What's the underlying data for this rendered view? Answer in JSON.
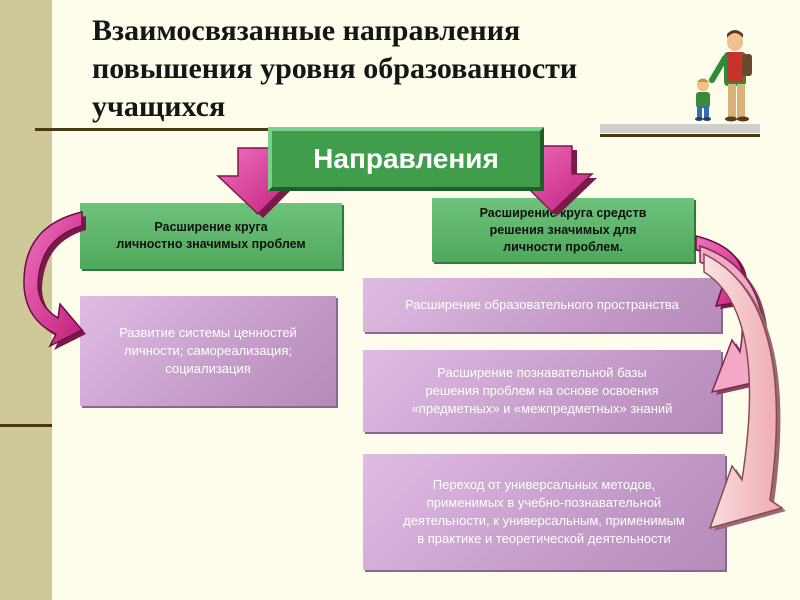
{
  "title": {
    "line1": "Взаимосвязанные направления",
    "line2": "повышения уровня образованности",
    "line3": "учащихся"
  },
  "header_box": "Направления",
  "left_branch": {
    "heading_line1": "Расширение круга",
    "heading_line2": "личностно значимых проблем",
    "item_line1": "Развитие системы ценностей",
    "item_line2": "личности; самореализация;",
    "item_line3": "социализация"
  },
  "right_branch": {
    "heading_line1": "Расширение круга средств",
    "heading_line2": "решения значимых для",
    "heading_line3": "личности проблем.",
    "item1": "Расширение образовательного пространства",
    "item2_line1": "Расширение познавательной базы",
    "item2_line2": "решения проблем на основе освоения",
    "item2_line3": "«предметных» и «межпредметных» знаний",
    "item3_line1": "Переход от универсальных методов,",
    "item3_line2": "применимых в учебно-познавательной",
    "item3_line3": "деятельности, к универсальным, применимым",
    "item3_line4": "в практике и теоретической деятельности"
  },
  "colors": {
    "background": "#fefcea",
    "sidebar": "#cfc99a",
    "green": "#4ea95c",
    "violet": "#c59cc9",
    "magenta_arrow": "#e0409a",
    "pink_arrow": "#f6c6c8"
  },
  "icons": {
    "clipart": "father-and-child-clipart",
    "arrows": "curved-arrow-icon"
  }
}
